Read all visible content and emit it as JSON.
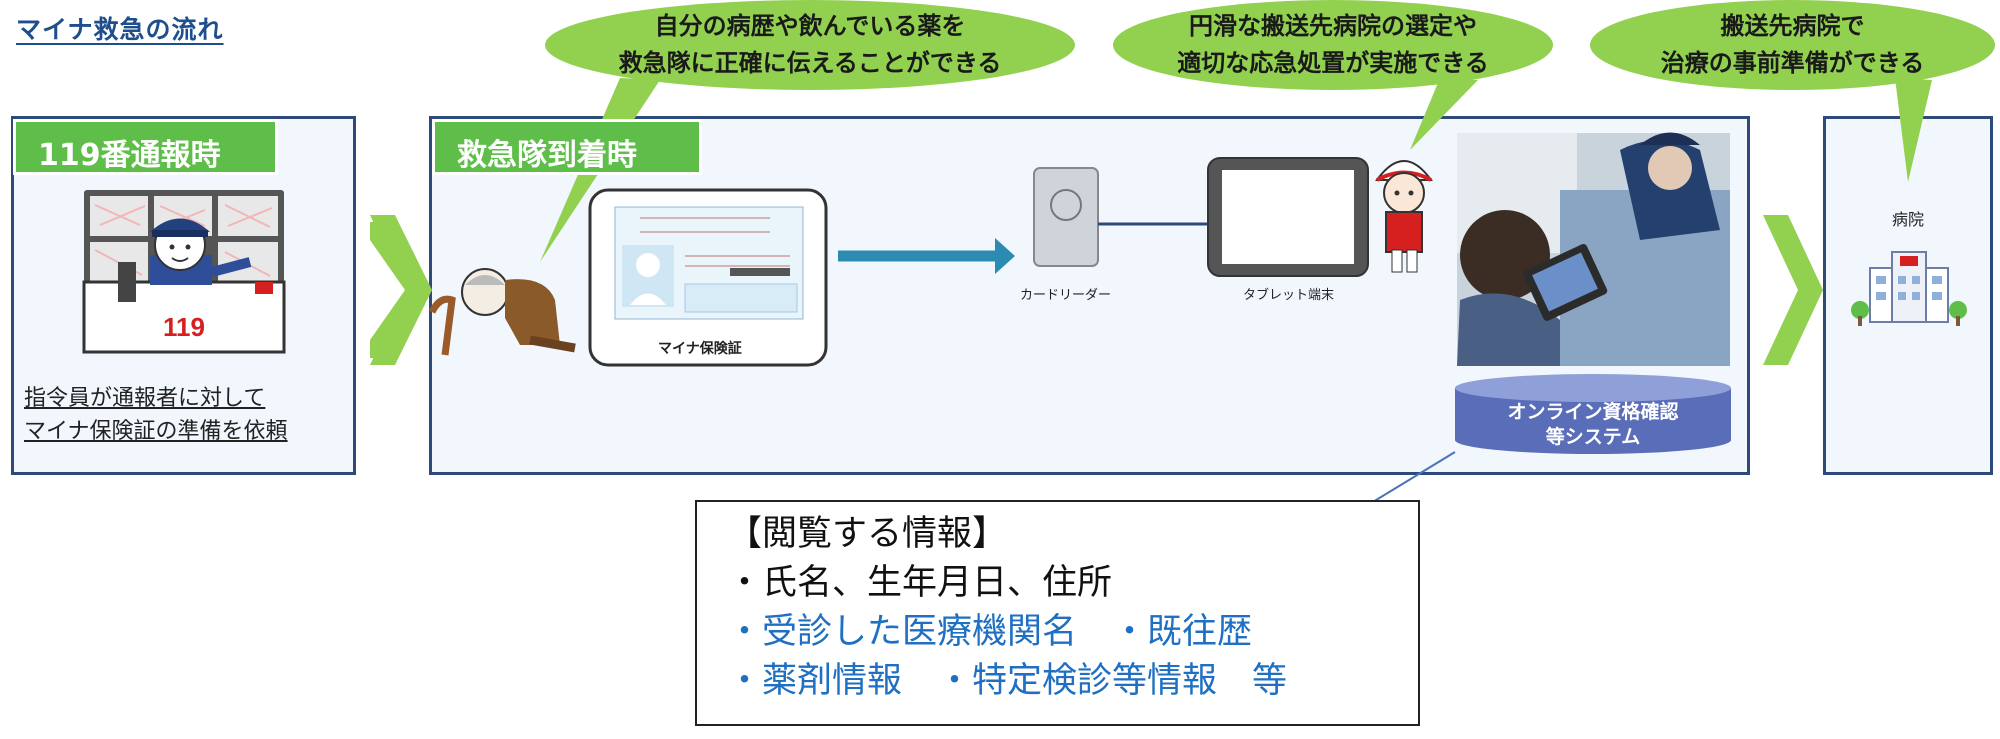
{
  "title": "マイナ救急の流れ",
  "phases": {
    "call": {
      "label": "119番通報時",
      "emblem": "119",
      "description_lines": [
        "指令員が通報者に対して",
        "マイナ保険証の準備を依頼"
      ]
    },
    "arrival": {
      "label": "救急隊到着時",
      "card_label": "マイナ保険証",
      "reader_label": "カードリーダー",
      "tablet_label": "タブレット端末",
      "database_lines": [
        "オンライン資格確認",
        "等システム"
      ]
    },
    "hospital": {
      "label": "病院"
    }
  },
  "bubbles": [
    {
      "lines": [
        "自分の病歴や飲んでいる薬を",
        "救急隊に正確に伝えることができる"
      ]
    },
    {
      "lines": [
        "円滑な搬送先病院の選定や",
        "適切な応急処置が実施できる"
      ]
    },
    {
      "lines": [
        "搬送先病院で",
        "治療の事前準備ができる"
      ]
    }
  ],
  "info_box": {
    "title": "【閲覧する情報】",
    "line1": "・氏名、生年月日、住所",
    "line2": "・受診した医療機関名　・既往歴",
    "line3": "・薬剤情報　・特定検診等情報　等"
  },
  "colors": {
    "green": "#92d050",
    "phase_green": "#5fbe4a",
    "panel_border": "#2e4a7a",
    "panel_fill": "#f1f7fd",
    "flow_arrow": "#2b8bb0",
    "database": "#5a6db8",
    "info_blue": "#1f6fc2"
  }
}
